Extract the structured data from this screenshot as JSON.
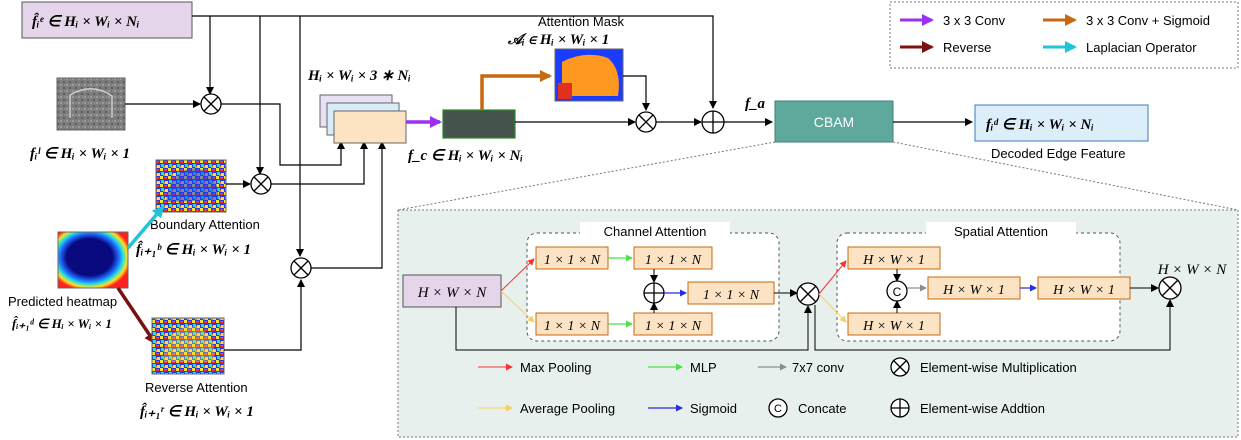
{
  "legend": {
    "conv3x3": "3 x 3 Conv",
    "conv3x3_sigmoid": "3 x 3 Conv + Sigmoid",
    "reverse": "Reverse",
    "laplacian": "Laplacian Operator"
  },
  "colors": {
    "conv3x3": "#9B30F0",
    "conv3x3_sigmoid": "#C8690F",
    "reverse": "#7A1010",
    "laplacian": "#1FC4D8",
    "max_pooling": "#FF3030",
    "mlp": "#4CE04C",
    "conv7x7": "#8C8C8C",
    "average_pooling": "#F5D060",
    "sigmoid": "#2A2AE0",
    "box_purple": "#E5D5EA",
    "box_orange": "#FCE3C3",
    "box_teal": "#5FA89C",
    "box_blue": "#DDEEFB",
    "panel_bg": "#E8F0EE"
  },
  "inputs": {
    "encoder_feature": "f̂ᵢᵉ ∈ Hᵢ × Wᵢ × Nᵢ",
    "laplacian_feature": "fᵢˡ ∈ Hᵢ × Wᵢ × 1",
    "predicted_heatmap_label": "Predicted heatmap",
    "predicted_heatmap_math": "f̂ᵢ₊₁ᵈ ∈ Hᵢ × Wᵢ × 1"
  },
  "boundary_attention": {
    "label": "Boundary Attention",
    "math": "f̂ᵢ₊₁ᵇ ∈ Hᵢ × Wᵢ × 1"
  },
  "reverse_attention": {
    "label": "Reverse Attention",
    "math": "f̂ᵢ₊₁ʳ ∈ Hᵢ × Wᵢ × 1"
  },
  "concat": {
    "dims": "Hᵢ × Wᵢ × 3 ∗ Nᵢ"
  },
  "fc": {
    "math": "f_c ∈ Hᵢ × Wᵢ × Nᵢ"
  },
  "attention_mask": {
    "label": "Attention Mask",
    "math": "𝒜ᵢ ∈ Hᵢ × Wᵢ × 1"
  },
  "fa_label": "f_a",
  "cbam": {
    "label": "CBAM"
  },
  "output": {
    "math": "fᵢᵈ ∈ Hᵢ × Wᵢ × Nᵢ",
    "caption": "Decoded Edge Feature"
  },
  "cbam_detail": {
    "input": "H × W × N",
    "output": "H × W × N",
    "channel_attention": {
      "title": "Channel Attention",
      "max_pool": "1 × 1 × N",
      "avg_pool": "1 × 1 × N",
      "mlp_top": "1 × 1 × N",
      "mlp_bottom": "1 × 1 × N",
      "sum": "1 × 1 × N"
    },
    "spatial_attention": {
      "title": "Spatial Attention",
      "max_pool": "H × W × 1",
      "avg_pool": "H × W × 1",
      "conv": "H × W × 1",
      "sig": "H × W × 1"
    }
  },
  "bottom_legend": {
    "max_pooling": "Max Pooling",
    "mlp": "MLP",
    "conv7x7": "7x7 conv",
    "mult": "Element-wise Multiplication",
    "average_pooling": "Average Pooling",
    "sigmoid": "Sigmoid",
    "concate": "Concate",
    "add": "Element-wise Addtion",
    "concat_symbol": "C"
  }
}
